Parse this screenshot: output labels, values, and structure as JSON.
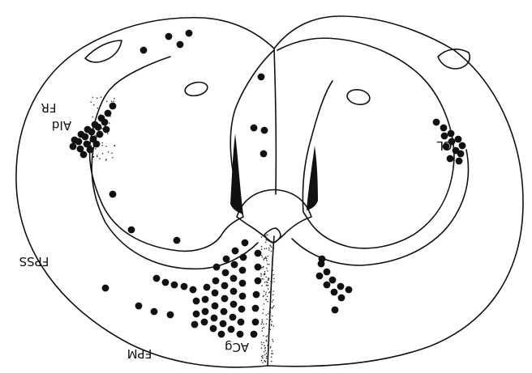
{
  "labels": {
    "fr": "FR",
    "aid": "AId",
    "cl": "CL",
    "fpss": "FPSS",
    "acg": "ACg",
    "fpm": "FPM"
  }
}
